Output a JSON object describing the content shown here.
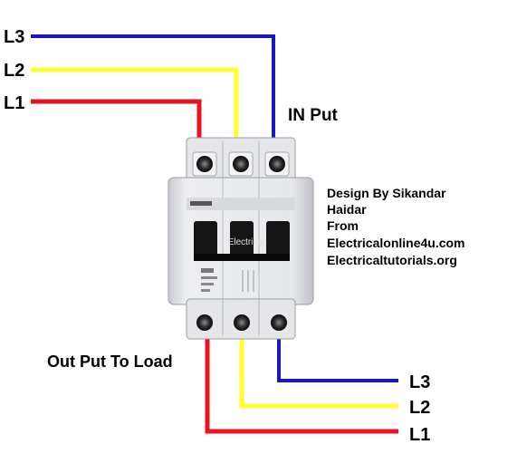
{
  "input_lines": {
    "l3": "L3",
    "l2": "L2",
    "l1": "L1"
  },
  "output_lines": {
    "l3": "L3",
    "l2": "L2",
    "l1": "L1"
  },
  "labels": {
    "input": "IN Put",
    "output": "Out Put To Load"
  },
  "credits": {
    "line1": "Design By Sikandar",
    "line2": "Haidar",
    "line3": "From",
    "line4": "Electricalonline4u.com",
    "line5": "Electricaltutorials.org"
  },
  "breaker": {
    "handle_text": "E-Electrical"
  },
  "colors": {
    "l1_wire": "#e8141e",
    "l2_wire": "#ffff2e",
    "l3_wire": "#1a18b8",
    "breaker_body": "#e9eaee",
    "handle": "#151515"
  }
}
